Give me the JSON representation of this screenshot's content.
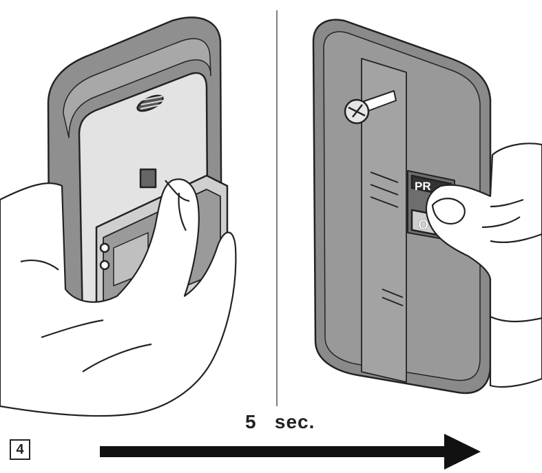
{
  "step_number": "4",
  "duration_label": "5   sec.",
  "right_device": {
    "button_top_label": "PR",
    "button_bottom_label": "O"
  },
  "colors": {
    "device_body": "#8f8f8f",
    "device_face": "#d9d9d9",
    "outline": "#222222",
    "arrow": "#111111"
  }
}
